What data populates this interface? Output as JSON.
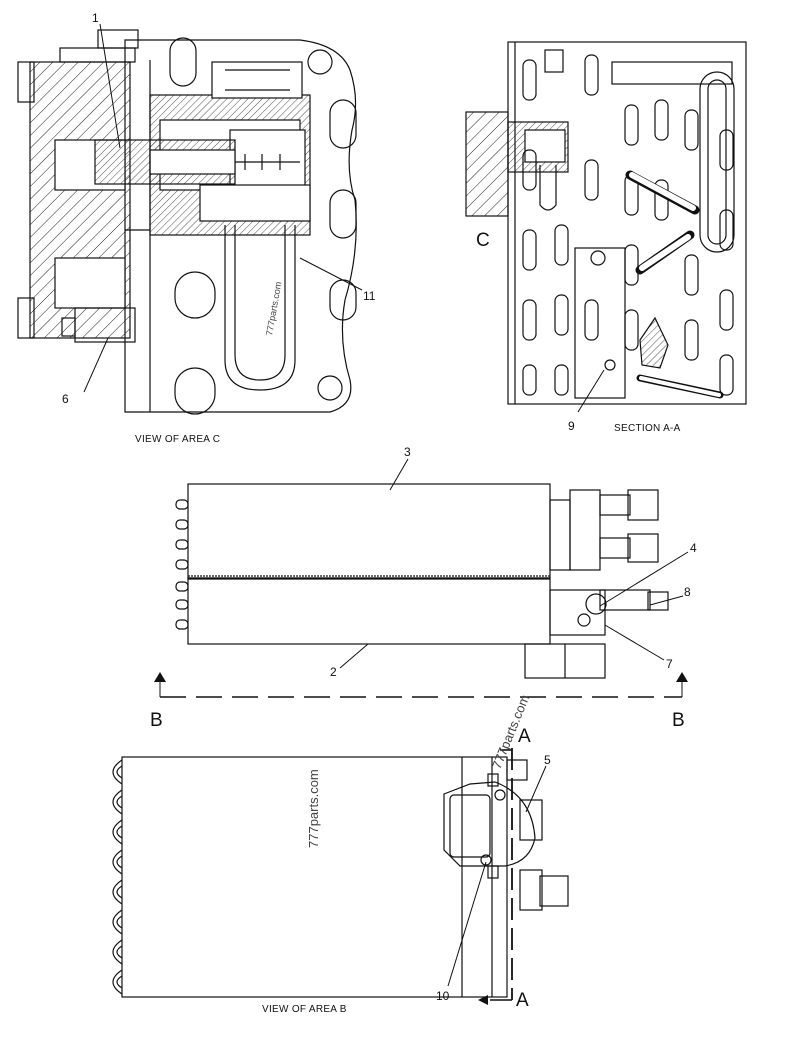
{
  "views": {
    "area_c": {
      "caption": "VIEW OF AREA  C"
    },
    "section_aa": {
      "caption": "SECTION  A-A",
      "marker": "C"
    },
    "side": {
      "marker_left": "B",
      "marker_right": "B"
    },
    "area_b": {
      "caption": "VIEW OF AREA  B",
      "marker_top": "A",
      "marker_bottom": "A"
    }
  },
  "callouts": {
    "c1": "1",
    "c2": "2",
    "c3": "3",
    "c4": "4",
    "c5": "5",
    "c6": "6",
    "c7": "7",
    "c8": "8",
    "c9": "9",
    "c10": "10",
    "c11": "11"
  },
  "watermarks": {
    "w1": "777parts.com",
    "w2": "777parts.com",
    "w3": "777parts.com"
  }
}
